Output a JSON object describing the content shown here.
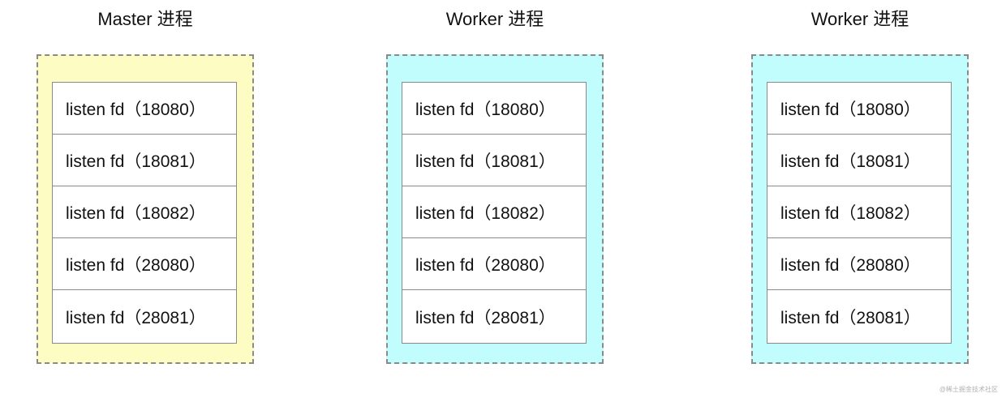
{
  "processes": [
    {
      "title": "Master 进程",
      "fill": "#fdfdc3",
      "listen_fds": [
        "listen fd（18080）",
        "listen fd（18081）",
        "listen fd（18082）",
        "listen fd（28080）",
        "listen fd（28081）"
      ]
    },
    {
      "title": "Worker 进程",
      "fill": "#c2fdfe",
      "listen_fds": [
        "listen fd（18080）",
        "listen fd（18081）",
        "listen fd（18082）",
        "listen fd（28080）",
        "listen fd（28081）"
      ]
    },
    {
      "title": "Worker 进程",
      "fill": "#c2fdfe",
      "listen_fds": [
        "listen fd（18080）",
        "listen fd（18081）",
        "listen fd（18082）",
        "listen fd（28080）",
        "listen fd（28081）"
      ]
    }
  ],
  "watermark": "@稀土掘金技术社区"
}
